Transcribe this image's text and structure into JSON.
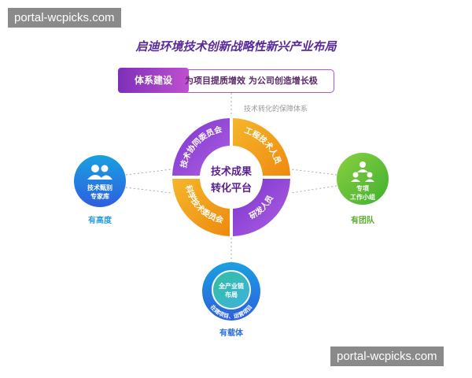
{
  "watermarks": [
    "portal-wcpicks.com",
    "portal-wcpicks.com"
  ],
  "title": "启迪环境技术创新战略性新兴产业布局",
  "header": {
    "label": "体系建设",
    "text": "为项目提质增效  为公司创造增长极"
  },
  "support_label": "技术转化的保障体系",
  "center": {
    "line1": "技术成果",
    "line2": "转化平台",
    "segments": [
      "技术协同委员会",
      "工程技术人员",
      "科学技术委员会",
      "研发人员"
    ]
  },
  "left": {
    "text1": "技术甄别",
    "text2": "专家库",
    "caption": "有高度",
    "icon": "users-icon",
    "color": "#2a9ee0"
  },
  "right": {
    "text1": "专项",
    "text2": "工作小组",
    "caption": "有团队",
    "icon": "org-chart-icon",
    "color": "#6cc63a"
  },
  "bottom": {
    "text1": "全产业链",
    "text2": "布局",
    "ring_text": "在建项目、运营项目",
    "caption": "有载体",
    "color": "#2a6fe0"
  },
  "colors": {
    "purple": "#8a3fd8",
    "orange": "#f0a020"
  }
}
